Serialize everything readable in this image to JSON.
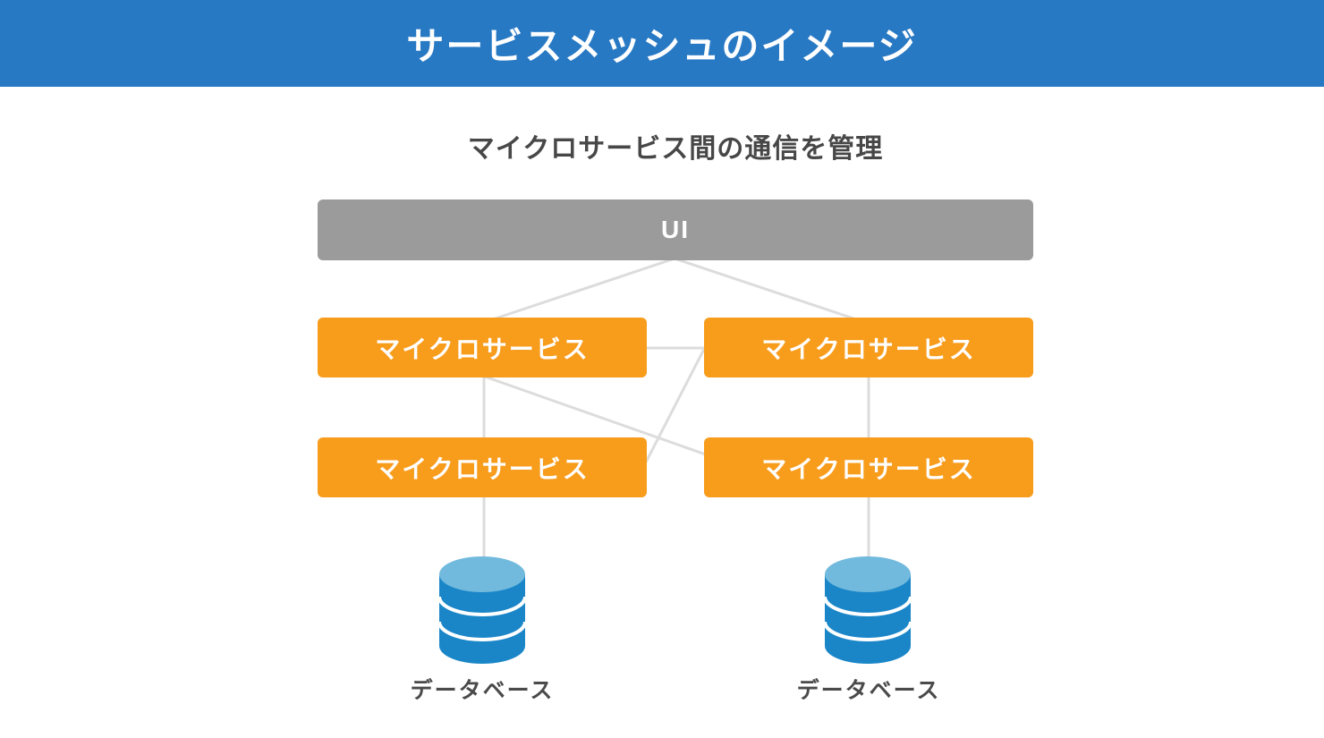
{
  "header": {
    "title": "サービスメッシュのイメージ"
  },
  "subtitle": "マイクロサービス間の通信を管理",
  "diagram": {
    "ui_box": {
      "label": "UI"
    },
    "microservices": [
      {
        "label": "マイクロサービス"
      },
      {
        "label": "マイクロサービス"
      },
      {
        "label": "マイクロサービス"
      },
      {
        "label": "マイクロサービス"
      }
    ],
    "databases": [
      {
        "label": "データベース"
      },
      {
        "label": "データベース"
      }
    ],
    "colors": {
      "header_bg": "#2879c4",
      "ui_box_bg": "#9b9b9b",
      "microservice_bg": "#f89c1c",
      "connector": "#dcdcdc",
      "db_body": "#1a86c8",
      "db_top": "#72badd",
      "subtitle_text": "#474747",
      "db_label_text": "#4a4a4a"
    }
  }
}
